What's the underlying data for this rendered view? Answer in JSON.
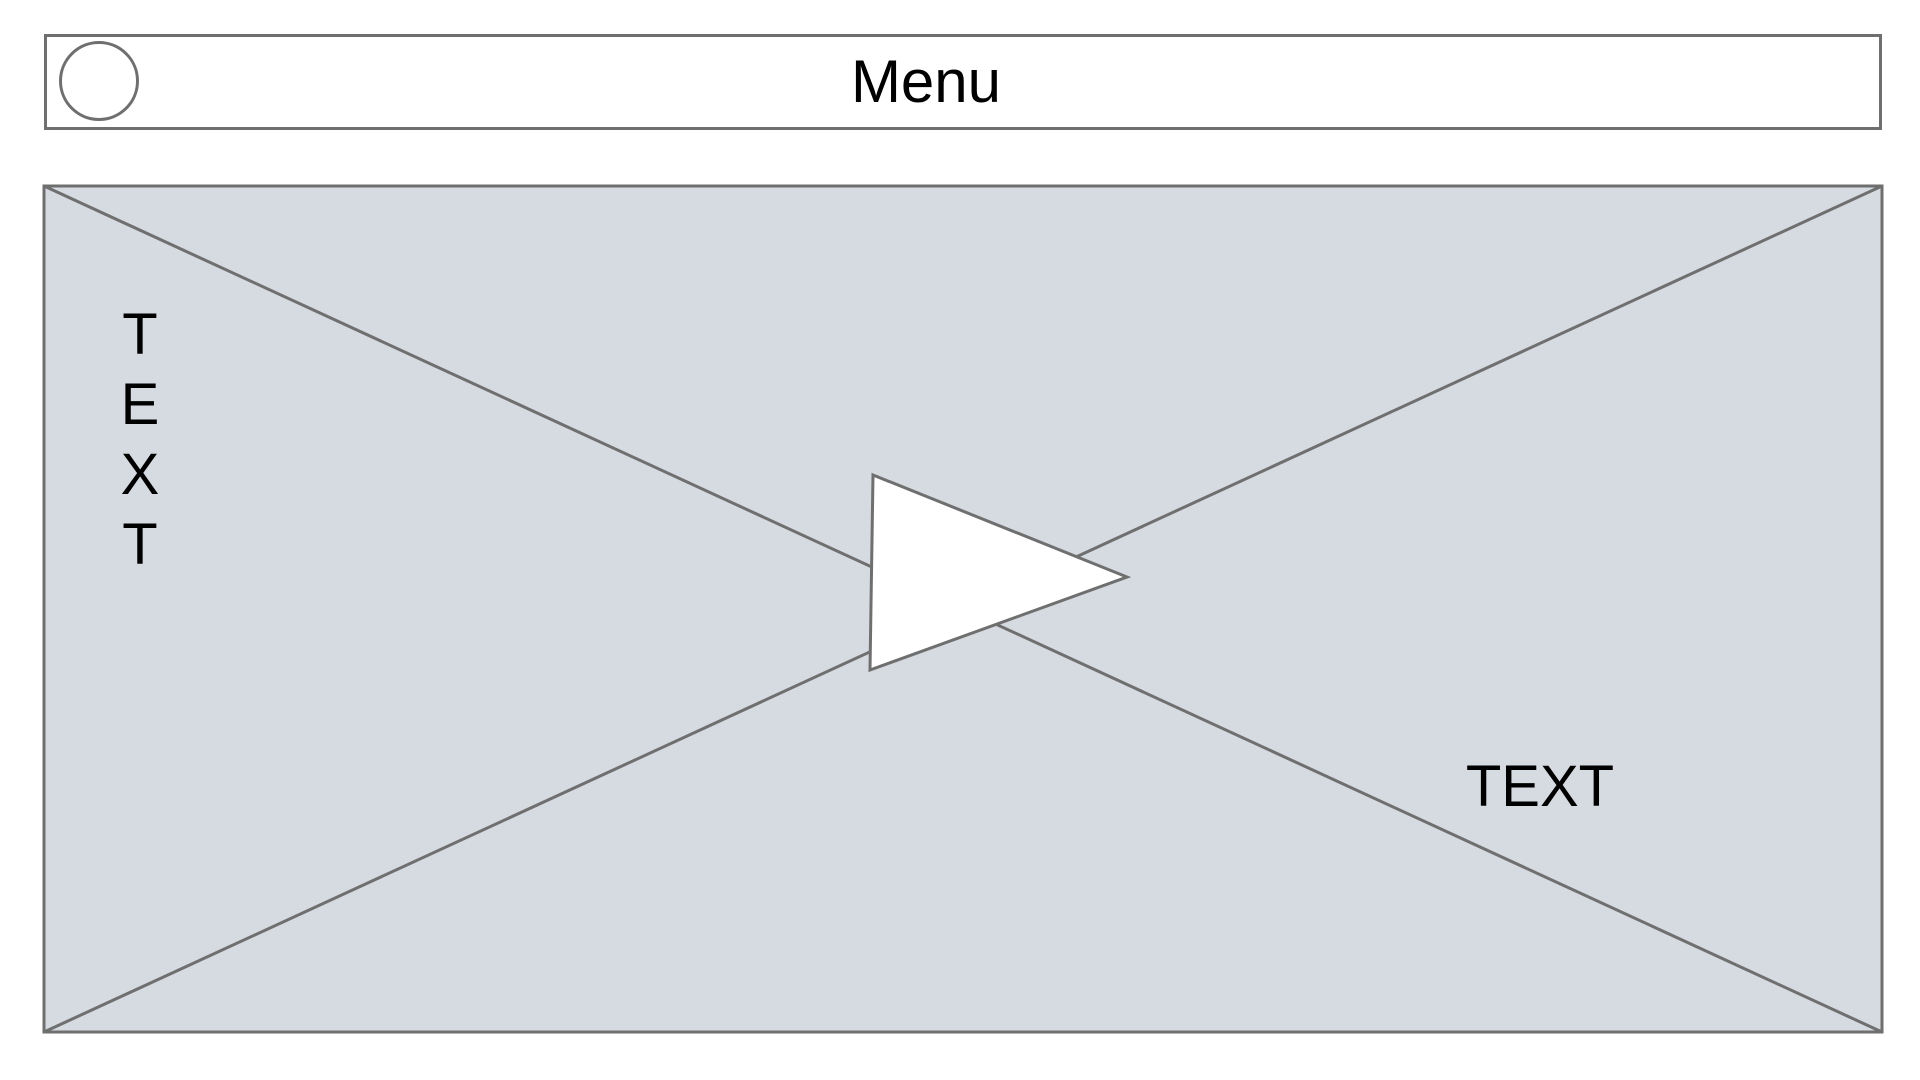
{
  "menu": {
    "label": "Menu",
    "icon": "circle-icon"
  },
  "media": {
    "placeholder_icon": "image-placeholder-icon",
    "play_icon": "play-icon",
    "fill_color": "#d5dbe0",
    "stroke_color": "#6f6f6f"
  },
  "texts": {
    "vertical": "T\nE\nX\nT",
    "horizontal": "TEXT"
  }
}
